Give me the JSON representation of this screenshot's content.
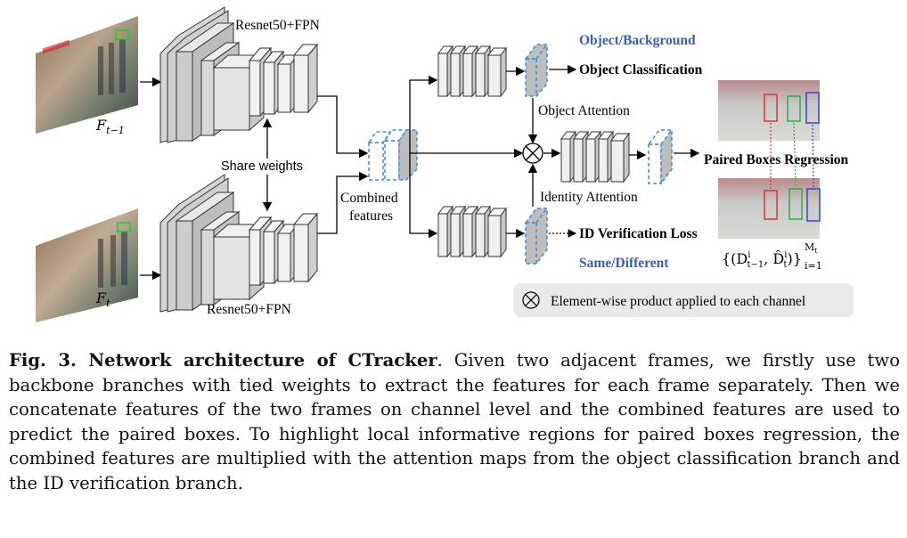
{
  "figure": {
    "frames": {
      "prev_label": "F",
      "prev_sub": "t−1",
      "cur_label": "F",
      "cur_sub": "t"
    },
    "backbone_top_label": "Resnet50+FPN",
    "backbone_bottom_label": "Resnet50+FPN",
    "share_weights": "Share weights",
    "combined_line1": "Combined",
    "combined_line2": "features",
    "object_background": "Object/Background",
    "object_classification": "Object Classification",
    "object_attention": "Object Attention",
    "identity_attention": "Identity Attention",
    "paired_boxes_regression": "Paired Boxes Regression",
    "id_verification_loss": "ID Verification Loss",
    "same_different": "Same/Different",
    "pair_set": {
      "open": "{(D",
      "sup1": "i",
      "sub1": "t−1",
      "comma": ", ",
      "hat": "D̂",
      "sup2": "i",
      "sub2": "t",
      "close": ")}",
      "upper": "M",
      "upper_sub": "t",
      "lower": "i=1"
    },
    "legend_symbol": "⊗",
    "legend_text": "Element-wise product applied to each channel",
    "colors": {
      "blue_text": "#3a5fad",
      "dashed_blue": "#3b8fd6",
      "gray_block": "#d4d4d4",
      "legend_bg": "#e9e9e9"
    }
  },
  "caption": {
    "label": "Fig. 3. Network architecture of CTracker",
    "text": ". Given two adjacent frames, we firstly use two backbone branches with tied weights to extract the features for each frame separately. Then we concatenate features of the two frames on channel level and the combined features are used to predict the paired boxes. To highlight local informative regions for paired boxes regression, the combined features are multiplied with the attention maps from the object classification branch and the ID verification branch."
  }
}
